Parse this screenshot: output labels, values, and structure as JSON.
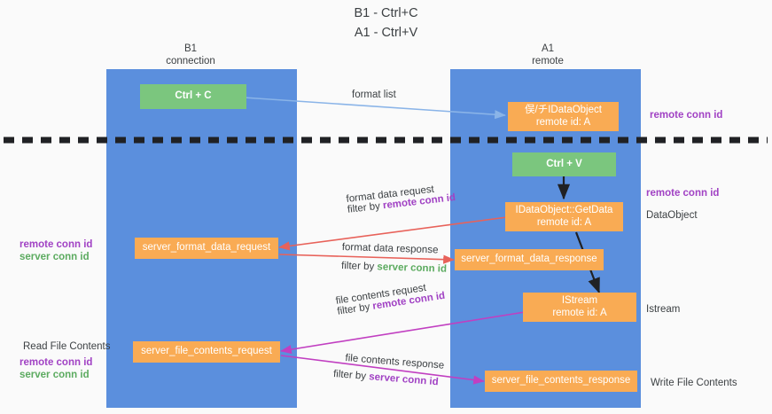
{
  "title": {
    "line1": "B1 - Ctrl+C",
    "line2": "A1 - Ctrl+V"
  },
  "colors": {
    "lane": "#5b8fdd",
    "green_box": "#7bc67e",
    "orange_box": "#f9ab54",
    "remote_conn_id": "#a142c4",
    "server_conn_id": "#5cab60",
    "arrow_blue": "#8ab4e8",
    "arrow_red": "#e8625a",
    "arrow_magenta": "#c13fc1",
    "arrow_black": "#202124",
    "background": "#fafafa"
  },
  "lanes": [
    {
      "id": "b1",
      "title_line1": "B1",
      "title_line2": "connection"
    },
    {
      "id": "a1",
      "title_line1": "A1",
      "title_line2": "remote"
    }
  ],
  "nodes": [
    {
      "id": "ctrl-c",
      "kind": "green",
      "line1": "Ctrl + C",
      "line2": ""
    },
    {
      "id": "idataobject",
      "kind": "orange",
      "line1": "俣/チIDataObject",
      "line2": "remote id: A"
    },
    {
      "id": "ctrl-v",
      "kind": "green",
      "line1": "Ctrl + V",
      "line2": ""
    },
    {
      "id": "idataobject-getdata",
      "kind": "orange",
      "line1": "IDataObject::GetData",
      "line2": "remote id: A"
    },
    {
      "id": "server-format-data-request",
      "kind": "orange",
      "line1": "server_format_data_request",
      "line2": ""
    },
    {
      "id": "server-format-data-response",
      "kind": "orange",
      "line1": "server_format_data_response",
      "line2": ""
    },
    {
      "id": "istream",
      "kind": "orange",
      "line1": "IStream",
      "line2": "remote id: A"
    },
    {
      "id": "server-file-contents-request",
      "kind": "orange",
      "line1": "server_file_contents_request",
      "line2": ""
    },
    {
      "id": "server-file-contents-response",
      "kind": "orange",
      "line1": "server_file_contents_response",
      "line2": ""
    }
  ],
  "edge_labels": [
    {
      "id": "format-list",
      "line1_plain": "format list",
      "line1_em": "",
      "em_color": ""
    },
    {
      "id": "format-data-request",
      "line1_plain": "format data request",
      "line2_plain": "filter by ",
      "line2_em": "remote conn id",
      "em_color": "purple"
    },
    {
      "id": "format-data-response",
      "line1_plain": "format data response",
      "line2_plain": "filter by ",
      "line2_em": "server conn id",
      "em_color": "green"
    },
    {
      "id": "file-contents-request",
      "line1_plain": "file contents request",
      "line2_plain": "filter by ",
      "line2_em": "remote conn id",
      "em_color": "purple"
    },
    {
      "id": "file-contents-response",
      "line1_plain": "file contents response",
      "line2_plain": "filter by ",
      "line2_em": "server conn id",
      "em_color": "purple"
    }
  ],
  "side_labels": {
    "right_remote_conn_id_top": "remote conn id",
    "right_remote_conn_id_mid": "remote conn id",
    "right_dataobject": "DataObject",
    "right_istream": "Istream",
    "right_write_file_contents": "Write File Contents",
    "left_remote_conn_id": "remote conn id",
    "left_server_conn_id": "server conn id",
    "left_read_file_contents": "Read File Contents",
    "left_remote_conn_id_2": "remote conn id",
    "left_server_conn_id_2": "server conn id"
  }
}
